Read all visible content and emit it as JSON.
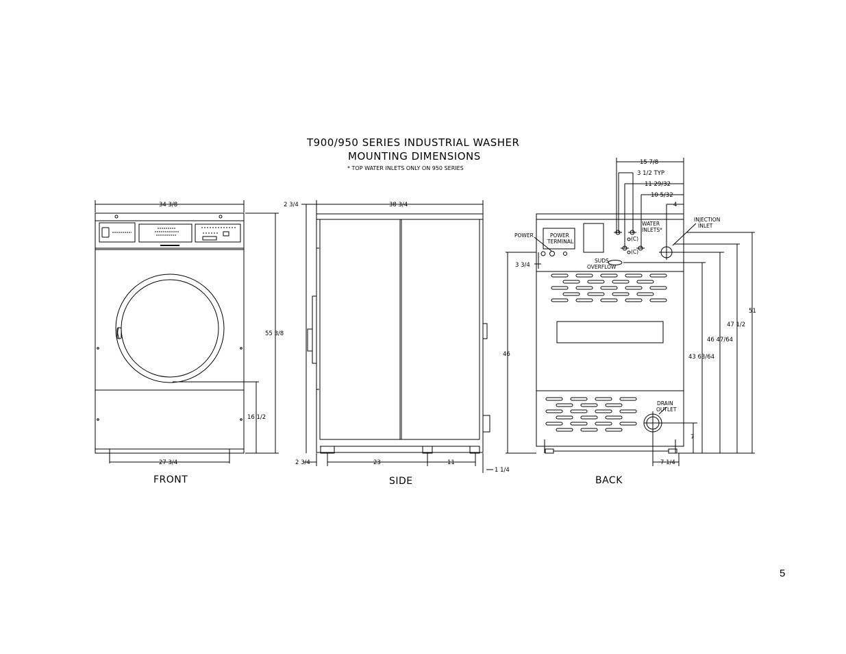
{
  "title": {
    "line1": "T900/950 SERIES INDUSTRIAL WASHER",
    "line2": "MOUNTING DIMENSIONS",
    "note": "* TOP WATER INLETS ONLY ON 950 SERIES"
  },
  "views": {
    "front": "FRONT",
    "side": "SIDE",
    "back": "BACK"
  },
  "front_dims": {
    "width": "34 3/8",
    "height": "55 3/8",
    "door": "16 1/2",
    "base": "27 3/4"
  },
  "side_dims": {
    "depth": "38 3/4",
    "top_offset": "2 3/4",
    "bottom_offset": "2 3/4",
    "foot1": "23",
    "foot2": "11",
    "foot_height": "1 1/4"
  },
  "back_dims": {
    "d1": "15 7/8",
    "d2": "3 1/2 TYP",
    "d3": "11 29/32",
    "d4": "10 5/32",
    "d5": "4",
    "h_power": "3 3/4",
    "h_total": "46",
    "h1": "51",
    "h2": "47 1/2",
    "h3": "46 47/64",
    "h4": "43 63/64",
    "drain_h": "7",
    "drain_w": "7 1/4"
  },
  "labels": {
    "power": "POWER",
    "power_terminal_1": "POWER",
    "power_terminal_2": "TERMINAL",
    "water_inlets_1": "WATER",
    "water_inlets_2": "INLETS*",
    "injection_1": "INJECTION",
    "injection_2": "INLET",
    "suds_1": "SUDS",
    "suds_2": "OVERFLOW",
    "drain_1": "DRAIN",
    "drain_2": "OUTLET",
    "c1": "(C)",
    "c2": "(C)"
  },
  "page_number": "5"
}
